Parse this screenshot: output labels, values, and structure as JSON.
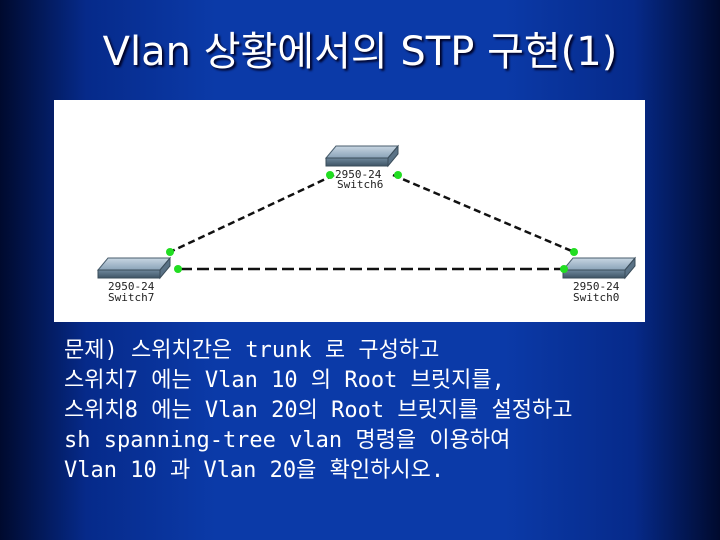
{
  "slide": {
    "title": "Vlan 상황에서의 STP 구현(1)"
  },
  "diagram": {
    "switches": [
      {
        "model": "2950-24",
        "name": "Switch6"
      },
      {
        "model": "2950-24",
        "name": "Switch7"
      },
      {
        "model": "2950-24",
        "name": "Switch0"
      }
    ],
    "link_style": "dashed",
    "port_status_color": "#22dd22",
    "switch_color": "#8aa3b8"
  },
  "body": {
    "lines": [
      "문제) 스위치간은 trunk 로 구성하고",
      "스위치7 에는 Vlan 10 의 Root 브릿지를,",
      "스위치8 에는 Vlan 20의 Root 브릿지를 설정하고",
      "sh spanning-tree vlan 명령을 이용하여",
      "Vlan 10 과 Vlan 20을 확인하시오."
    ]
  }
}
